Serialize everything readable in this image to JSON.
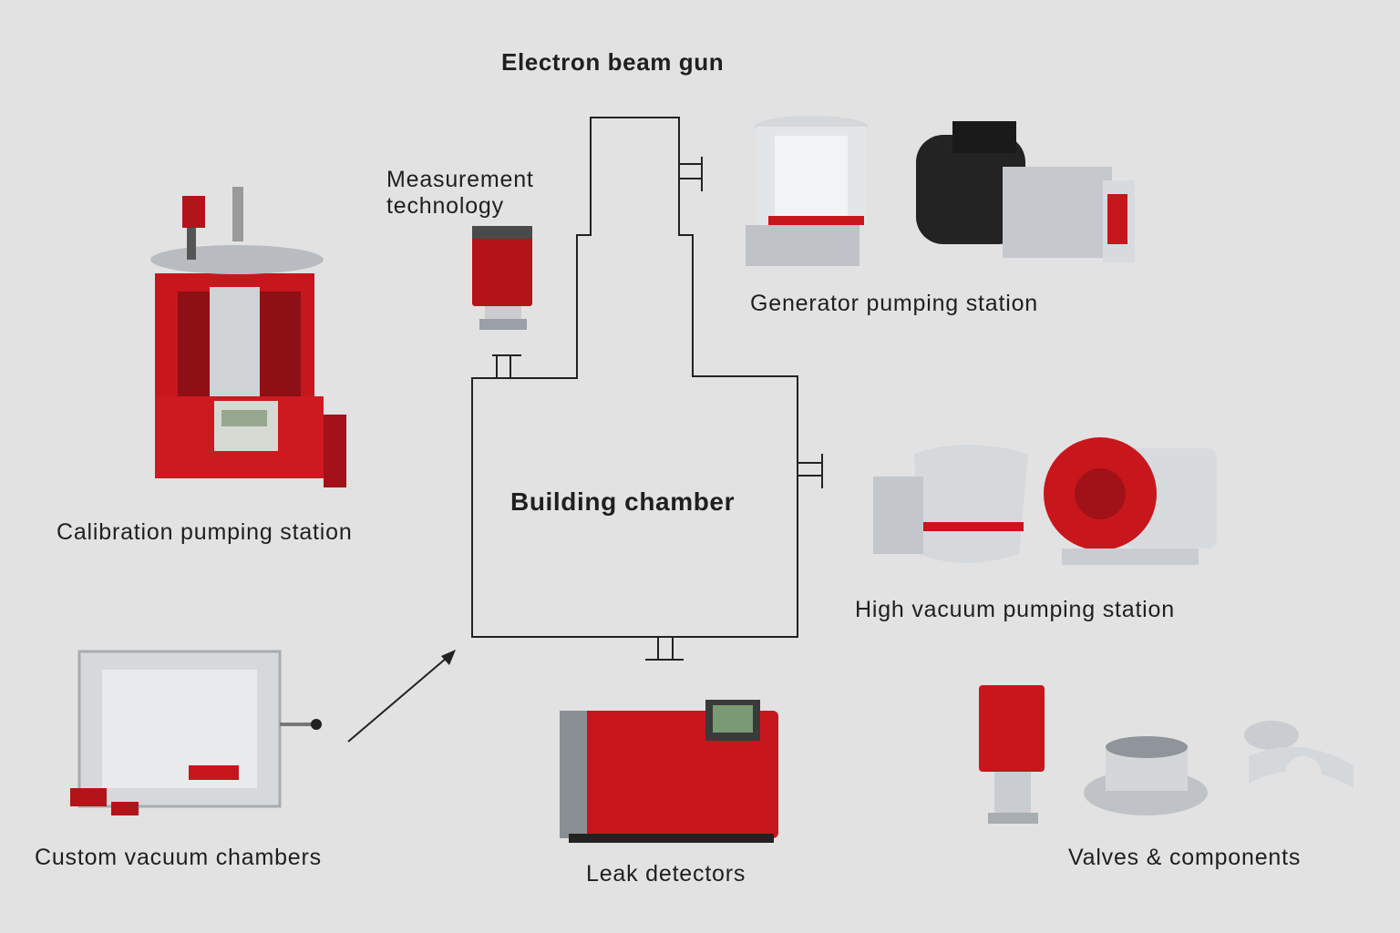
{
  "labels": {
    "electron_beam_gun": "Electron beam gun",
    "measurement_technology_line1": "Measurement",
    "measurement_technology_line2": "technology",
    "generator_pumping_station": "Generator pumping station",
    "calibration_pumping_station": "Calibration pumping station",
    "building_chamber": "Building chamber",
    "high_vacuum_pumping_station": "High vacuum pumping station",
    "custom_vacuum_chambers": "Custom vacuum chambers",
    "leak_detectors": "Leak detectors",
    "valves_components": "Valves & components"
  },
  "colors": {
    "background": "#e2e2e2",
    "line": "#222222",
    "brand_red": "#c8161d",
    "metal": "#c9cdd1",
    "dark_metal": "#2b2b2b"
  },
  "icons": [
    "calibration-pumping-station-icon",
    "measurement-gauge-icon",
    "turbo-pump-icon",
    "rotary-vane-pump-icon",
    "high-vacuum-turbo-pump-icon",
    "scroll-pump-icon",
    "vacuum-chamber-icon",
    "leak-detector-icon",
    "valve-icon",
    "flange-icon",
    "clamp-icon"
  ]
}
